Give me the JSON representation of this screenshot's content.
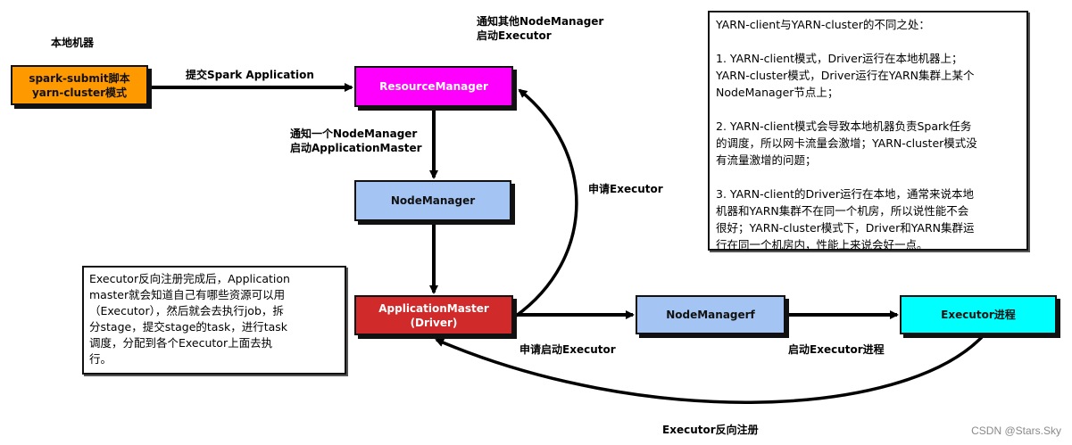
{
  "diagram": {
    "local_machine_label": "本地机器",
    "nodes": {
      "spark_submit": {
        "lines": [
          "spark-submit脚本",
          "yarn-cluster模式"
        ],
        "color": "#ff9900",
        "text_color": "#111111"
      },
      "resource_manager": {
        "lines": [
          "ResourceManager"
        ],
        "color": "#ff00ff",
        "text_color": "#ffffff"
      },
      "node_manager": {
        "lines": [
          "NodeManager"
        ],
        "color": "#a4c4f4",
        "text_color": "#111111"
      },
      "application_master": {
        "lines": [
          "ApplicationMaster",
          "(Driver)"
        ],
        "color": "#d02a2a",
        "text_color": "#ffffff"
      },
      "node_manager_f": {
        "lines": [
          "NodeManagerf"
        ],
        "color": "#a4c4f4",
        "text_color": "#111111"
      },
      "executor_process": {
        "lines": [
          "Executor进程"
        ],
        "color": "#00ffff",
        "text_color": "#111111"
      }
    },
    "edge_labels": {
      "submit_app": "提交Spark Application",
      "notify_others": [
        "通知其他NodeManager",
        "启动Executor"
      ],
      "notify_one": [
        "通知一个NodeManager",
        "启动ApplicationMaster"
      ],
      "request_executor": "申请Executor",
      "request_start_executor": "申请启动Executor",
      "start_executor_process": "启动Executor进程",
      "executor_reverse_register": "Executor反向注册"
    },
    "notes": {
      "differences": [
        "YARN-client与YARN-cluster的不同之处：",
        "",
        "1.  YARN-client模式，Driver运行在本地机器上；",
        "YARN-cluster模式，Driver运行在YARN集群上某个",
        "NodeManager节点上；",
        "",
        "2. YARN-client模式会导致本地机器负责Spark任务",
        "的调度，所以网卡流量会激增；YARN-cluster模式没",
        "有流量激增的问题；",
        "",
        "3. YARN-client的Driver运行在本地，通常来说本地",
        "机器和YARN集群不在同一个机房，所以说性能不会",
        "很好；YARN-cluster模式下，Driver和YARN集群运",
        "行在同一个机房内，性能上来说会好一点。"
      ],
      "executor_register": [
        "Executor反向注册完成后，Application",
        "master就会知道自己有哪些资源可以用",
        "（Executor），然后就会去执行job，拆",
        "分stage，提交stage的task，进行task",
        "调度，分配到各个Executor上面去执",
        "行。"
      ]
    },
    "watermark": "CSDN @Stars.Sky"
  }
}
